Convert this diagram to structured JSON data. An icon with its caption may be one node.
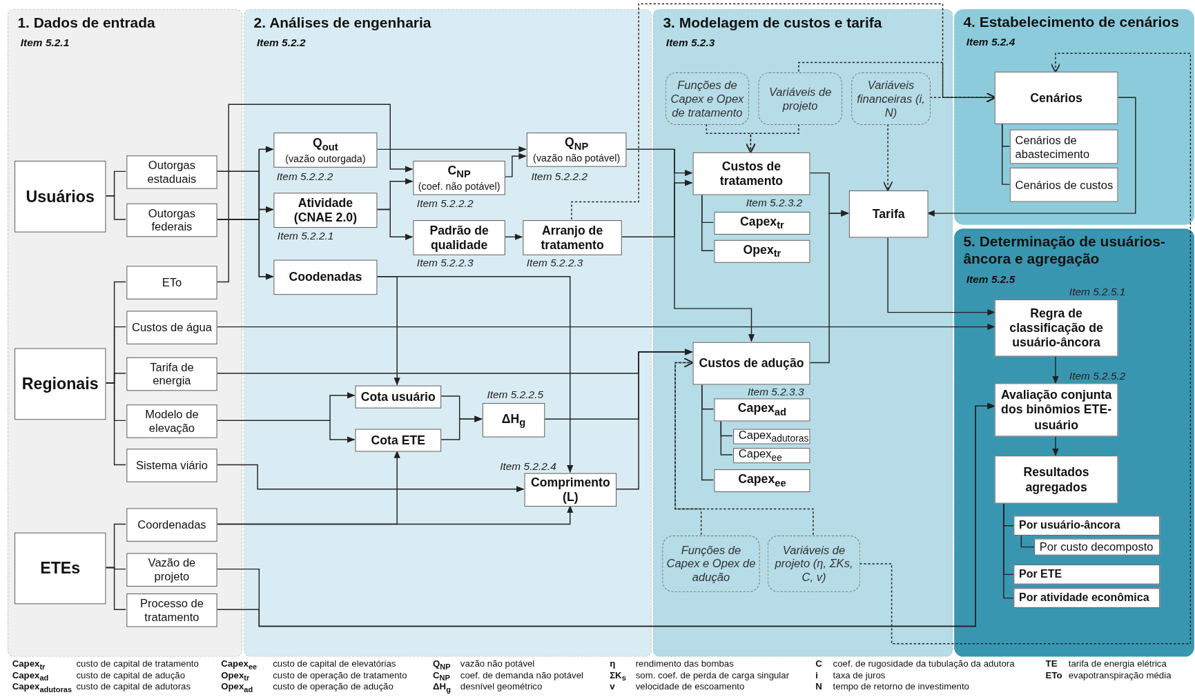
{
  "diagram": {
    "nodes": [
      {
        "text": [
          "1. Dados de entrada",
          "Item 5.2.1"
        ]
      },
      {
        "text": [
          "Usuários"
        ],
        "in": 0
      },
      {
        "text": [
          "Outorgas estaduais"
        ],
        "in": 0
      },
      {
        "text": [
          "Outorgas federais"
        ],
        "in": 0
      },
      {
        "text": [
          "Regionais"
        ],
        "in": 0
      },
      {
        "text": [
          "ETo"
        ],
        "in": 0
      },
      {
        "text": [
          "Custos de água"
        ],
        "in": 0
      },
      {
        "text": [
          "Tarifa de energia"
        ],
        "in": 0
      },
      {
        "text": [
          "Modelo de elevação"
        ],
        "in": 0
      },
      {
        "text": [
          "Sistema viário"
        ],
        "in": 0
      },
      {
        "text": [
          "ETEs"
        ],
        "in": 0
      },
      {
        "text": [
          "Coordenadas"
        ],
        "in": 0
      },
      {
        "text": [
          "Vazão de projeto"
        ],
        "in": 0
      },
      {
        "text": [
          "Processo de tratamento"
        ],
        "in": 0
      },
      {
        "text": [
          "2. Análises de engenharia",
          "Item 5.2.2"
        ]
      },
      {
        "text": [
          "Q$_{out}$",
          "(vazão outorgada)"
        ],
        "beside": [
          "Item 5.2.2.2"
        ],
        "in": 14
      },
      {
        "text": [
          "C$_{NP}$",
          "(coef. não potável)"
        ],
        "beside": [
          "Item 5.2.2.2"
        ],
        "in": 14
      },
      {
        "text": [
          "Q$_{NP}$",
          "(vazão não potável)"
        ],
        "beside": [
          "Item 5.2.2.2"
        ],
        "in": 14
      },
      {
        "text": [
          "Atividade (CNAE 2.0)"
        ],
        "beside": [
          "Item 5.2.2.1"
        ],
        "in": 14
      },
      {
        "text": [
          "Padrão de qualidade"
        ],
        "beside": [
          "Item 5.2.2.3"
        ],
        "in": 14
      },
      {
        "text": [
          "Arranjo de tratamento"
        ],
        "beside": [
          "Item 5.2.2.3"
        ],
        "in": 14
      },
      {
        "text": [
          "Coodenadas"
        ],
        "in": 14
      },
      {
        "text": [
          "Cota usuário"
        ],
        "in": 14
      },
      {
        "text": [
          "Cota ETE"
        ],
        "in": 14
      },
      {
        "text": [
          "ΔH$_{g}$"
        ],
        "beside": [
          "Item 5.2.2.5"
        ],
        "in": 14
      },
      {
        "text": [
          "Comprimento (L)"
        ],
        "beside": [
          "Item 5.2.2.4"
        ],
        "in": 14
      },
      {
        "text": [
          "3. Modelagem de custos e tarifa",
          "Item 5.2.3"
        ]
      },
      {
        "text": [
          "Funções de Capex e Opex de tratamento"
        ],
        "in": 26
      },
      {
        "text": [
          "Variáveis de projeto"
        ],
        "in": 26
      },
      {
        "text": [
          "Variáveis financeiras (i, N)"
        ],
        "in": 26
      },
      {
        "text": [
          "Custos de tratamento"
        ],
        "beside": [
          "Item 5.2.3.2"
        ],
        "in": 26
      },
      {
        "text": [
          "Capex$_{tr}$"
        ],
        "in": 26
      },
      {
        "text": [
          "Opex$_{tr}$"
        ],
        "in": 26
      },
      {
        "text": [
          "Tarifa"
        ],
        "in": 26
      },
      {
        "text": [
          "Custos de adução"
        ],
        "beside": [
          "Item 5.2.3.3"
        ],
        "in": 26
      },
      {
        "text": [
          "Capex$_{ad}$"
        ],
        "in": 26
      },
      {
        "text": [
          "Capex$_{adutoras}$"
        ],
        "in": 26
      },
      {
        "text": [
          "Capex$_{ee}$"
        ],
        "in": 26
      },
      {
        "text": [
          "Capex$_{ee}$"
        ],
        "in": 26
      },
      {
        "text": [
          "Funções de Capex e Opex de adução"
        ],
        "in": 26
      },
      {
        "text": [
          "Variáveis de projeto (η, ΣKs, C, v)"
        ],
        "in": 26
      },
      {
        "text": [
          "4. Estabelecimento de cenários",
          "Item 5.2.4"
        ]
      },
      {
        "text": [
          "Cenários"
        ],
        "in": 41
      },
      {
        "text": [
          "Cenários de abastecimento"
        ],
        "in": 41
      },
      {
        "text": [
          "Cenários de custos"
        ],
        "in": 41
      },
      {
        "text": [
          "5. Determinação de usuários-âncora e agregação",
          "Item 5.2.5"
        ]
      },
      {
        "text": [
          "Regra de classificação de usuário-âncora"
        ],
        "beside": [
          "Item 5.2.5.1"
        ],
        "in": 45
      },
      {
        "text": [
          "Avaliação conjunta dos binômios ETE-usuário"
        ],
        "beside": [
          "Item 5.2.5.2"
        ],
        "in": 45
      },
      {
        "text": [
          "Resultados agregados"
        ],
        "in": 45
      },
      {
        "text": [
          "Por usuário-âncora"
        ],
        "in": 45
      },
      {
        "text": [
          "Por custo decomposto"
        ],
        "in": 45
      },
      {
        "text": [
          "Por ETE"
        ],
        "in": 45
      },
      {
        "text": [
          "Por atividade econômica"
        ],
        "in": 45
      }
    ],
    "edges": [
      {
        "from": 1,
        "to": 2,
        "arrow": "none"
      },
      {
        "from": 1,
        "to": 3,
        "arrow": "none"
      },
      {
        "from": 4,
        "to": 5,
        "arrow": "none"
      },
      {
        "from": 4,
        "to": 6,
        "arrow": "none"
      },
      {
        "from": 4,
        "to": 7,
        "arrow": "none"
      },
      {
        "from": 4,
        "to": 8,
        "arrow": "none"
      },
      {
        "from": 4,
        "to": 9,
        "arrow": "none"
      },
      {
        "from": 10,
        "to": 11,
        "arrow": "none"
      },
      {
        "from": 10,
        "to": 12,
        "arrow": "none"
      },
      {
        "from": 10,
        "to": 13,
        "arrow": "none"
      },
      {
        "from": 2,
        "to": 15,
        "arrow": "to"
      },
      {
        "from": 2,
        "to": 18,
        "arrow": "to"
      },
      {
        "from": 2,
        "to": 21,
        "arrow": "to"
      },
      {
        "from": 3,
        "to": 15,
        "arrow": "to"
      },
      {
        "from": 3,
        "to": 18,
        "arrow": "to"
      },
      {
        "from": 3,
        "to": 21,
        "arrow": "to"
      },
      {
        "from": 5,
        "to": 16,
        "arrow": "to"
      },
      {
        "from": 18,
        "to": 16,
        "arrow": "to"
      },
      {
        "from": 18,
        "to": 19,
        "arrow": "to"
      },
      {
        "from": 15,
        "to": 17,
        "arrow": "to"
      },
      {
        "from": 16,
        "to": 17,
        "arrow": "to"
      },
      {
        "from": 19,
        "to": 20,
        "arrow": "to"
      },
      {
        "from": 21,
        "to": 22,
        "arrow": "to"
      },
      {
        "from": 21,
        "to": 25,
        "arrow": "to"
      },
      {
        "from": 8,
        "to": 22,
        "arrow": "to"
      },
      {
        "from": 8,
        "to": 23,
        "arrow": "to"
      },
      {
        "from": 11,
        "to": 23,
        "arrow": "to"
      },
      {
        "from": 11,
        "to": 25,
        "arrow": "to"
      },
      {
        "from": 22,
        "to": 24,
        "arrow": "to"
      },
      {
        "from": 23,
        "to": 24,
        "arrow": "to"
      },
      {
        "from": 9,
        "to": 25,
        "arrow": "to"
      },
      {
        "from": 17,
        "to": 30,
        "arrow": "to"
      },
      {
        "from": 17,
        "to": 34,
        "arrow": "to"
      },
      {
        "from": 20,
        "to": 30,
        "arrow": "to"
      },
      {
        "from": 27,
        "to": 30,
        "arrow": "to",
        "style": "dashed"
      },
      {
        "from": 28,
        "to": 30,
        "arrow": "to",
        "style": "dashed"
      },
      {
        "from": 30,
        "to": 31,
        "arrow": "none"
      },
      {
        "from": 30,
        "to": 32,
        "arrow": "none"
      },
      {
        "from": 7,
        "to": 34,
        "arrow": "to"
      },
      {
        "from": 24,
        "to": 34,
        "arrow": "to"
      },
      {
        "from": 25,
        "to": 34,
        "arrow": "to"
      },
      {
        "from": 39,
        "to": 34,
        "arrow": "to",
        "style": "dashed"
      },
      {
        "from": 40,
        "to": 34,
        "arrow": "to",
        "style": "dashed"
      },
      {
        "from": 34,
        "to": 35,
        "arrow": "none"
      },
      {
        "from": 35,
        "to": 36,
        "arrow": "none"
      },
      {
        "from": 35,
        "to": 37,
        "arrow": "none"
      },
      {
        "from": 34,
        "to": 38,
        "arrow": "none"
      },
      {
        "from": 29,
        "to": 33,
        "arrow": "to",
        "style": "dashed"
      },
      {
        "from": 30,
        "to": 33,
        "arrow": "to"
      },
      {
        "from": 34,
        "to": 33,
        "arrow": "to"
      },
      {
        "from": 20,
        "to": 42,
        "arrow": "to",
        "style": "dashed"
      },
      {
        "from": 28,
        "to": 42,
        "arrow": "to",
        "style": "dashed"
      },
      {
        "from": 29,
        "to": 42,
        "arrow": "to",
        "style": "dashed"
      },
      {
        "from": 40,
        "to": 42,
        "arrow": "to",
        "style": "dashed"
      },
      {
        "from": 42,
        "to": 43,
        "arrow": "none"
      },
      {
        "from": 42,
        "to": 44,
        "arrow": "none"
      },
      {
        "from": 42,
        "to": 33,
        "arrow": "to"
      },
      {
        "from": 33,
        "to": 46,
        "arrow": "to"
      },
      {
        "from": 6,
        "to": 46,
        "arrow": "to"
      },
      {
        "from": 46,
        "to": 47,
        "arrow": "to"
      },
      {
        "from": 12,
        "to": 47,
        "arrow": "to"
      },
      {
        "from": 13,
        "to": 47,
        "arrow": "to"
      },
      {
        "from": 47,
        "to": 48,
        "arrow": "to"
      },
      {
        "from": 48,
        "to": 49,
        "arrow": "none"
      },
      {
        "from": 49,
        "to": 50,
        "arrow": "none"
      },
      {
        "from": 48,
        "to": 51,
        "arrow": "none"
      },
      {
        "from": 48,
        "to": 52,
        "arrow": "none"
      }
    ],
    "labels": [
      "Capex$_{tr}$",
      "custo de capital de tratamento",
      "Capex$_{ee}$",
      "custo de capital de elevatórias",
      "Q$_{NP}$",
      "vazão não potável",
      "η",
      "rendimento das bombas",
      "C",
      "coef. de rugosidade da tubulação da adutora",
      "TE",
      "tarifa de energia elétrica",
      "Capex$_{ad}$",
      "custo de capital de adução",
      "Opex$_{tr}$",
      "custo de operação de tratamento",
      "C$_{NP}$",
      "coef. de demanda não potável",
      "ΣK$_{s}$",
      "som. coef. de perda de carga singular",
      "i",
      "taxa de juros",
      "ETo",
      "evapotranspiração média",
      "Capex$_{adutoras}$",
      "custo de capital de adutoras",
      "Opex$_{ad}$",
      "custo de operação de adução",
      "ΔH$_{g}$",
      "desnível geométrico",
      "v",
      "velocidade de escoamento",
      "N",
      "tempo de retorno de investimento"
    ]
  }
}
